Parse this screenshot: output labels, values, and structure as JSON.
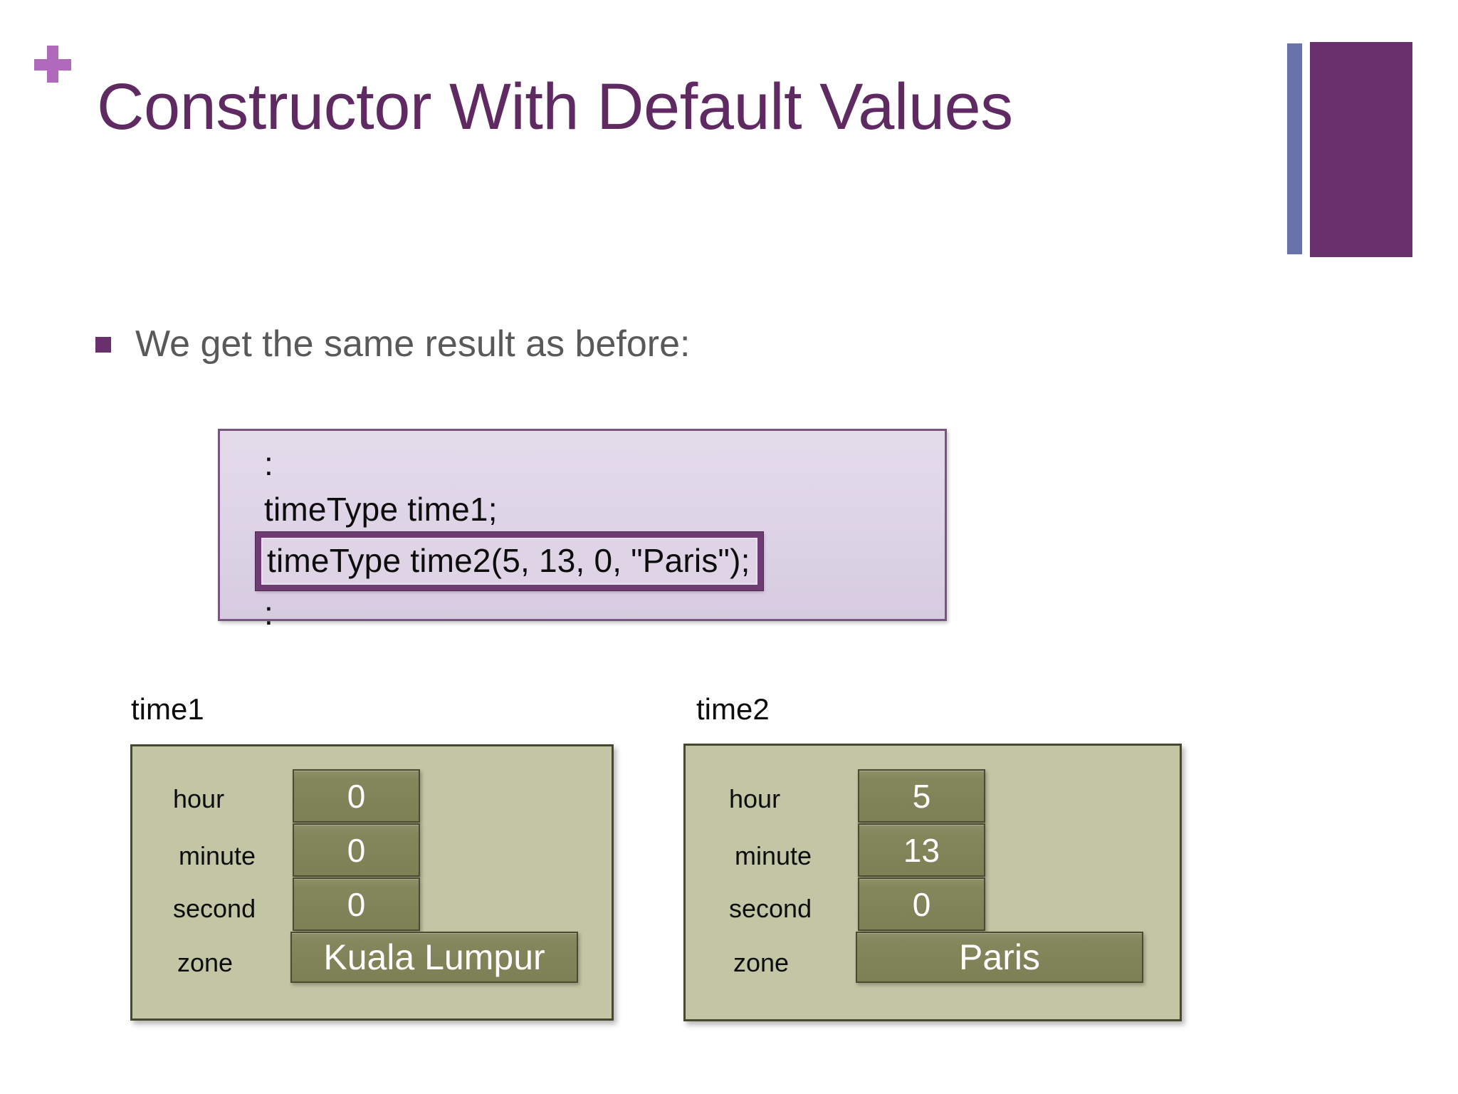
{
  "slide": {
    "title": "Constructor With Default Values",
    "plus_icon": "plus-icon",
    "bullet": {
      "marker": "square-bullet-icon",
      "text": "We get the same result as before:"
    },
    "code_block": {
      "line1": ":",
      "line2": "timeType time1;",
      "line3_highlighted": "timeType time2(5, 13, 0, \"Paris\");",
      "line4": ":"
    },
    "objects": [
      {
        "label": "time1",
        "fields": [
          {
            "name": "hour",
            "value": "0"
          },
          {
            "name": "minute",
            "value": "0"
          },
          {
            "name": "second",
            "value": "0"
          },
          {
            "name": "zone",
            "value": "Kuala Lumpur"
          }
        ]
      },
      {
        "label": "time2",
        "fields": [
          {
            "name": "hour",
            "value": "5"
          },
          {
            "name": "minute",
            "value": "13"
          },
          {
            "name": "second",
            "value": "0"
          },
          {
            "name": "zone",
            "value": "Paris"
          }
        ]
      }
    ],
    "colors": {
      "title_purple": "#5f2a62",
      "plus_orchid": "#b169bd",
      "deco_block_purple": "#6a2f6d",
      "deco_bar_blue": "#6a72ab",
      "body_gray": "#595959",
      "code_box_lavender": "#ddd3e6",
      "code_highlight_border": "#6e3c73",
      "object_box_sage": "#c2c6a4",
      "value_cell_olive": "#84875c"
    }
  }
}
